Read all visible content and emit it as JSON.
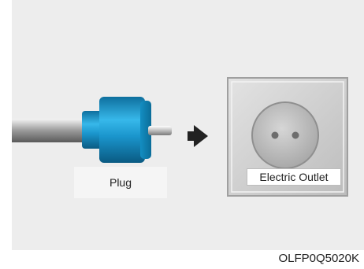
{
  "labels": {
    "plug": "Plug",
    "outlet": "Electric Outlet"
  },
  "figure_code": "OLFP0Q5020K",
  "colors": {
    "panel_bg": "#ededed",
    "plug_body": "#1fa3d8",
    "plug_dark": "#0a6f9c",
    "outlet_plate": "#cfcfcf",
    "arrow": "#222222"
  },
  "icons": {
    "plug": "power-plug",
    "arrow": "right-arrow",
    "outlet": "wall-socket"
  }
}
